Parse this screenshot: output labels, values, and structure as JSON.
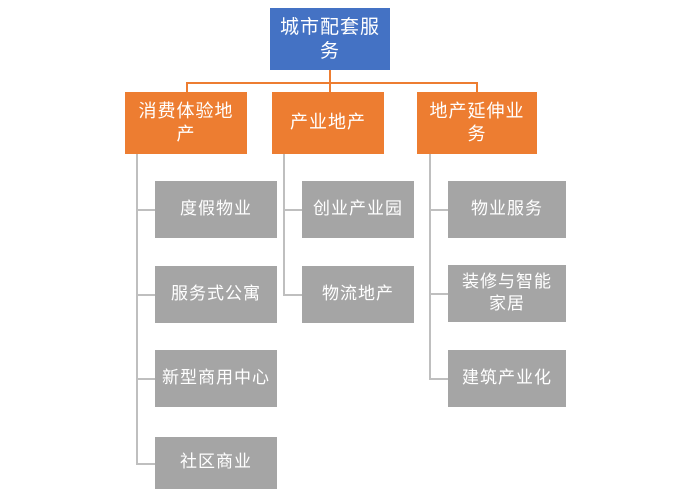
{
  "diagram": {
    "type": "organizational-hierarchy-chart",
    "colors": {
      "root": "#4472C4",
      "level2": "#ED7D31",
      "level3": "#A5A5A5",
      "connector_orange": "#ED7D31",
      "connector_gray": "#BFBFBF",
      "text": "#FFFFFF",
      "background": "#FFFFFF"
    },
    "root": {
      "label": "城市配套服务"
    },
    "branches": [
      {
        "label": "消费体验地产",
        "children": [
          {
            "label": "度假物业"
          },
          {
            "label": "服务式公寓"
          },
          {
            "label": "新型商用中心"
          },
          {
            "label": "社区商业"
          }
        ]
      },
      {
        "label": "产业地产",
        "children": [
          {
            "label": "创业产业园"
          },
          {
            "label": "物流地产"
          }
        ]
      },
      {
        "label": "地产延伸业务",
        "children": [
          {
            "label": "物业服务"
          },
          {
            "label": "装修与智能家居"
          },
          {
            "label": "建筑产业化"
          }
        ]
      }
    ]
  }
}
